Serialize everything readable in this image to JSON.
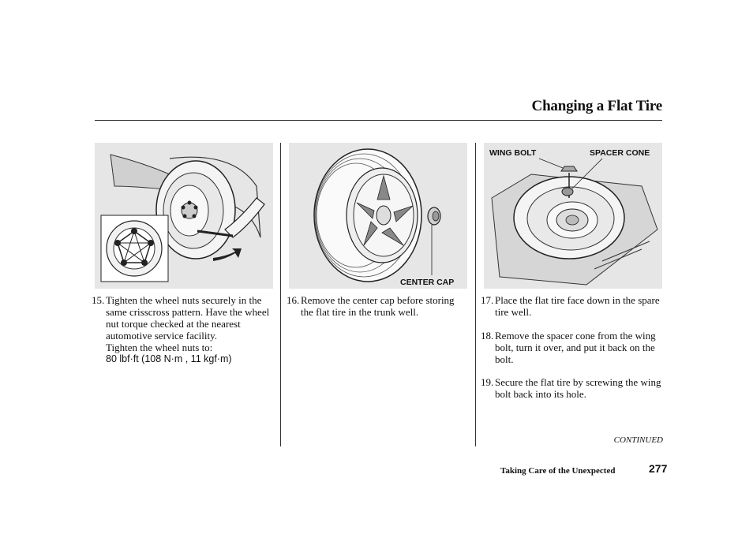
{
  "header": {
    "title": "Changing a Flat Tire"
  },
  "illustrations": {
    "center_cap_label": "CENTER CAP",
    "wing_bolt_label": "WING BOLT",
    "spacer_cone_label": "SPACER CONE"
  },
  "steps": {
    "s15": {
      "number": "15.",
      "text": "Tighten the wheel nuts securely in the same crisscross pattern. Have the wheel nut torque checked at the nearest automotive service facility.",
      "sub": "Tighten the wheel nuts to:",
      "spec": "80 lbf·ft (108 N·m , 11 kgf·m)"
    },
    "s16": {
      "number": "16.",
      "text": "Remove the center cap before storing the flat tire in the trunk well."
    },
    "s17": {
      "number": "17.",
      "text": "Place the flat tire face down in the spare tire well."
    },
    "s18": {
      "number": "18.",
      "text": "Remove the spacer cone from the wing bolt, turn it over, and put it back on the bolt."
    },
    "s19": {
      "number": "19.",
      "text": "Secure the flat tire by screwing the wing bolt back into its hole."
    }
  },
  "footer": {
    "continued": "CONTINUED",
    "section": "Taking Care of the Unexpected",
    "page": "277"
  }
}
